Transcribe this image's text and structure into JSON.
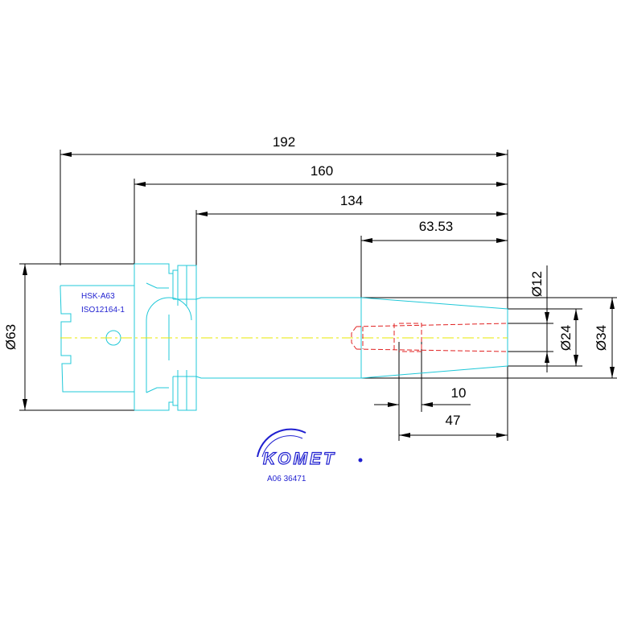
{
  "dimensions": {
    "len_192": "192",
    "len_160": "160",
    "len_134": "134",
    "len_63_53": "63.53",
    "dia_63": "Ø63",
    "dia_12": "Ø12",
    "dia_24": "Ø24",
    "dia_34": "Ø34",
    "len_10": "10",
    "len_47": "47"
  },
  "part_labels": {
    "interface": "HSK-A63",
    "standard": "ISO12164-1"
  },
  "brand": {
    "logo": "KOMET",
    "article_number": "A06 36471"
  },
  "colors": {
    "dimension_lines": "#000000",
    "outline": "#20c8d8",
    "centerline": "#e8e800",
    "hidden_lines": "#e02020",
    "labels": "#1f1fd0"
  }
}
